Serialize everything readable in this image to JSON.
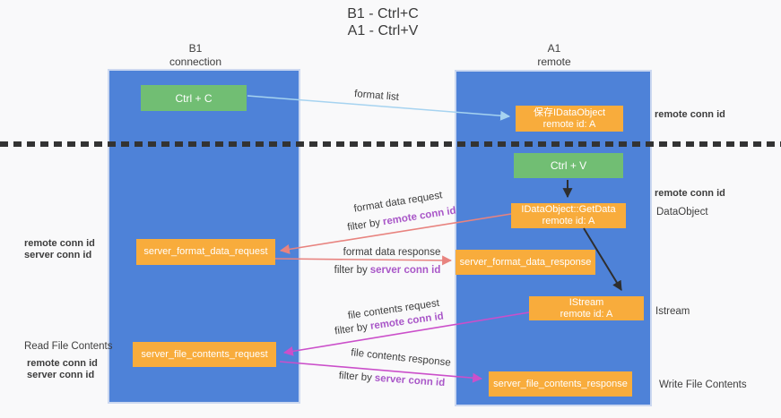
{
  "title": {
    "line1": "B1 - Ctrl+C",
    "line2": "A1 - Ctrl+V"
  },
  "columns": {
    "left": {
      "title": "B1",
      "subtitle": "connection"
    },
    "right": {
      "title": "A1",
      "subtitle": "remote"
    }
  },
  "boxes": {
    "ctrl_c": {
      "label": "Ctrl + C"
    },
    "ctrl_v": {
      "label": "Ctrl + V"
    },
    "save_dataobject": {
      "line1": "保存IDataObject",
      "line2": "remote id: A"
    },
    "getdata": {
      "line1": "IDataObject::GetData",
      "line2": "remote id: A"
    },
    "istream": {
      "line1": "IStream",
      "line2": "remote id: A"
    },
    "server_format_data_request": {
      "label": "server_format_data_request"
    },
    "server_format_data_response": {
      "label": "server_format_data_response"
    },
    "server_file_contents_request": {
      "label": "server_file_contents_request"
    },
    "server_file_contents_response": {
      "label": "server_file_contents_response"
    }
  },
  "arrow_labels": {
    "format_list": "format list",
    "format_data_request": "format data request",
    "format_data_response": "format data response",
    "file_contents_request": "file contents request",
    "file_contents_response": "file contents response",
    "filter_by": "filter by",
    "remote_conn_id": "remote conn id",
    "server_conn_id": "server conn id"
  },
  "side_labels": {
    "remote_conn_id": "remote conn id",
    "server_conn_id": "server conn id",
    "dataobject": "DataObject",
    "istream": "Istream",
    "read_file_contents": "Read File Contents",
    "write_file_contents": "Write File Contents"
  },
  "colors": {
    "background": "#F9F9FA",
    "column_blue": "#4E82D8",
    "box_green": "#71BE73",
    "box_orange": "#F8AC3C",
    "purple_label": "#A957C8",
    "green_label": "#6CBE7B",
    "arrow_blue": "#A6D3F0",
    "arrow_salmon": "#E8837F",
    "arrow_magenta": "#CB4FCA",
    "arrow_black": "#2E2E2E",
    "dash_line": "#333333"
  }
}
